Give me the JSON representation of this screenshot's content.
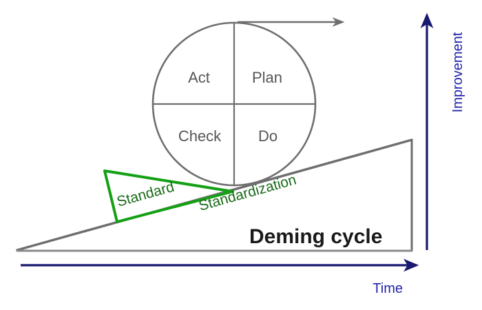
{
  "diagram": {
    "title": "Deming cycle",
    "cycle": {
      "name": "pdca-circle",
      "quadrants": [
        {
          "id": "act",
          "label": "Act",
          "position": "top-left"
        },
        {
          "id": "plan",
          "label": "Plan",
          "position": "top-right"
        },
        {
          "id": "check",
          "label": "Check",
          "position": "bottom-left"
        },
        {
          "id": "do",
          "label": "Do",
          "position": "bottom-right"
        }
      ]
    },
    "annotations": [
      {
        "id": "standard",
        "label": "Standard",
        "color": "#1a6b1a"
      },
      {
        "id": "standardization",
        "label": "Standardization",
        "color": "#1a6b1a"
      }
    ],
    "axes": {
      "vertical": {
        "label": "Improvement",
        "color": "#191970",
        "direction": "up"
      },
      "horizontal": {
        "label": "Time",
        "color": "#191970",
        "direction": "right"
      }
    },
    "colors": {
      "line_gray": "#666666",
      "quad_text": "#555555",
      "green_outline": "#14a014",
      "green_text": "#1a6b1a",
      "axis_blue": "#191970",
      "title_black": "#1a1a1a"
    }
  }
}
